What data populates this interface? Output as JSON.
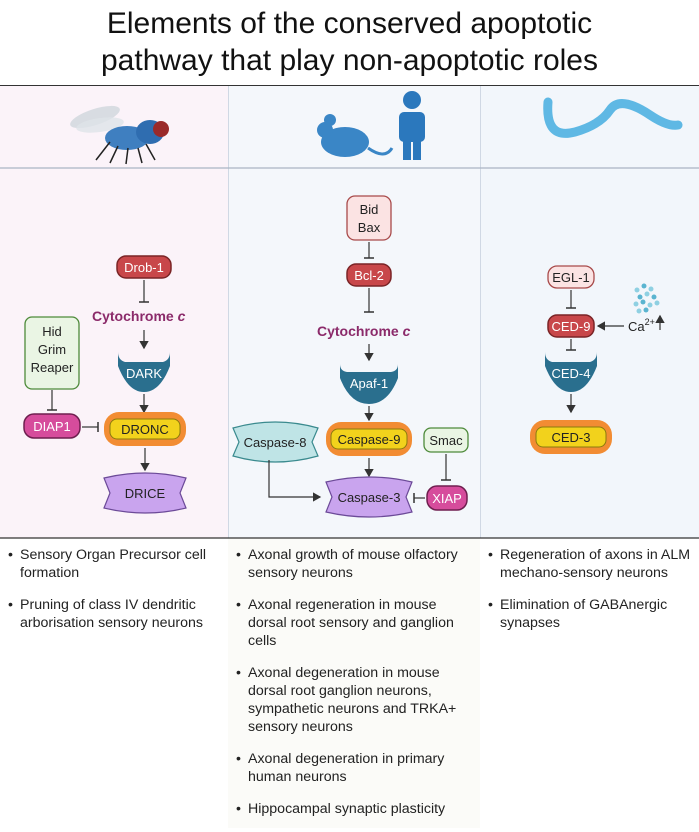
{
  "title": {
    "line1": "Elements of the conserved apoptotic",
    "line2": "pathway that play non-apoptotic roles"
  },
  "icons": [
    "fly-icon",
    "mouse-icon",
    "human-icon",
    "worm-icon"
  ],
  "colors": {
    "red_node": "#c8474a",
    "pink_node": "#d64c9c",
    "yellow_node": "#f2d21c",
    "orange_ring": "#f28c33",
    "teal_node": "#2a6f8e",
    "purple_node": "#c9a4ee",
    "cyan_node": "#bfe4e6",
    "cytochrome_text": "#8b2a6a"
  },
  "fly": {
    "drob1": "Drob-1",
    "cytc": "Cytochrome",
    "cytc_italic": "c",
    "hid": "Hid",
    "grim": "Grim",
    "reaper": "Reaper",
    "dark": "DARK",
    "diap1": "DIAP1",
    "dronc": "DRONC",
    "drice": "DRICE"
  },
  "mammal": {
    "bid": "Bid",
    "bax": "Bax",
    "bcl2": "Bcl-2",
    "cytc": "Cytochrome",
    "cytc_italic": "c",
    "apaf1": "Apaf-1",
    "casp8": "Caspase-8",
    "casp9": "Caspase-9",
    "smac": "Smac",
    "casp3": "Caspase-3",
    "xiap": "XIAP"
  },
  "worm": {
    "egl1": "EGL-1",
    "ced9": "CED-9",
    "calcium": "Ca",
    "calcium_sup": "2+",
    "ced4": "CED-4",
    "ced3": "CED-3"
  },
  "roles": {
    "fly": [
      "Sensory Organ Precursor cell formation",
      "Pruning of class IV dendritic arborisation sensory neurons"
    ],
    "mammal": [
      "Axonal growth of mouse olfactory sensory neurons",
      "Axonal regeneration in mouse dorsal root sensory and ganglion cells",
      "Axonal degeneration in mouse dorsal root ganglion neurons, sympathetic neurons and TRKA+ sensory neurons",
      "Axonal degeneration in primary human neurons",
      "Hippocampal synaptic plasticity"
    ],
    "worm": [
      "Regeneration of axons in ALM mechano-sensory neurons",
      "Elimination of GABAnergic synapses"
    ]
  }
}
